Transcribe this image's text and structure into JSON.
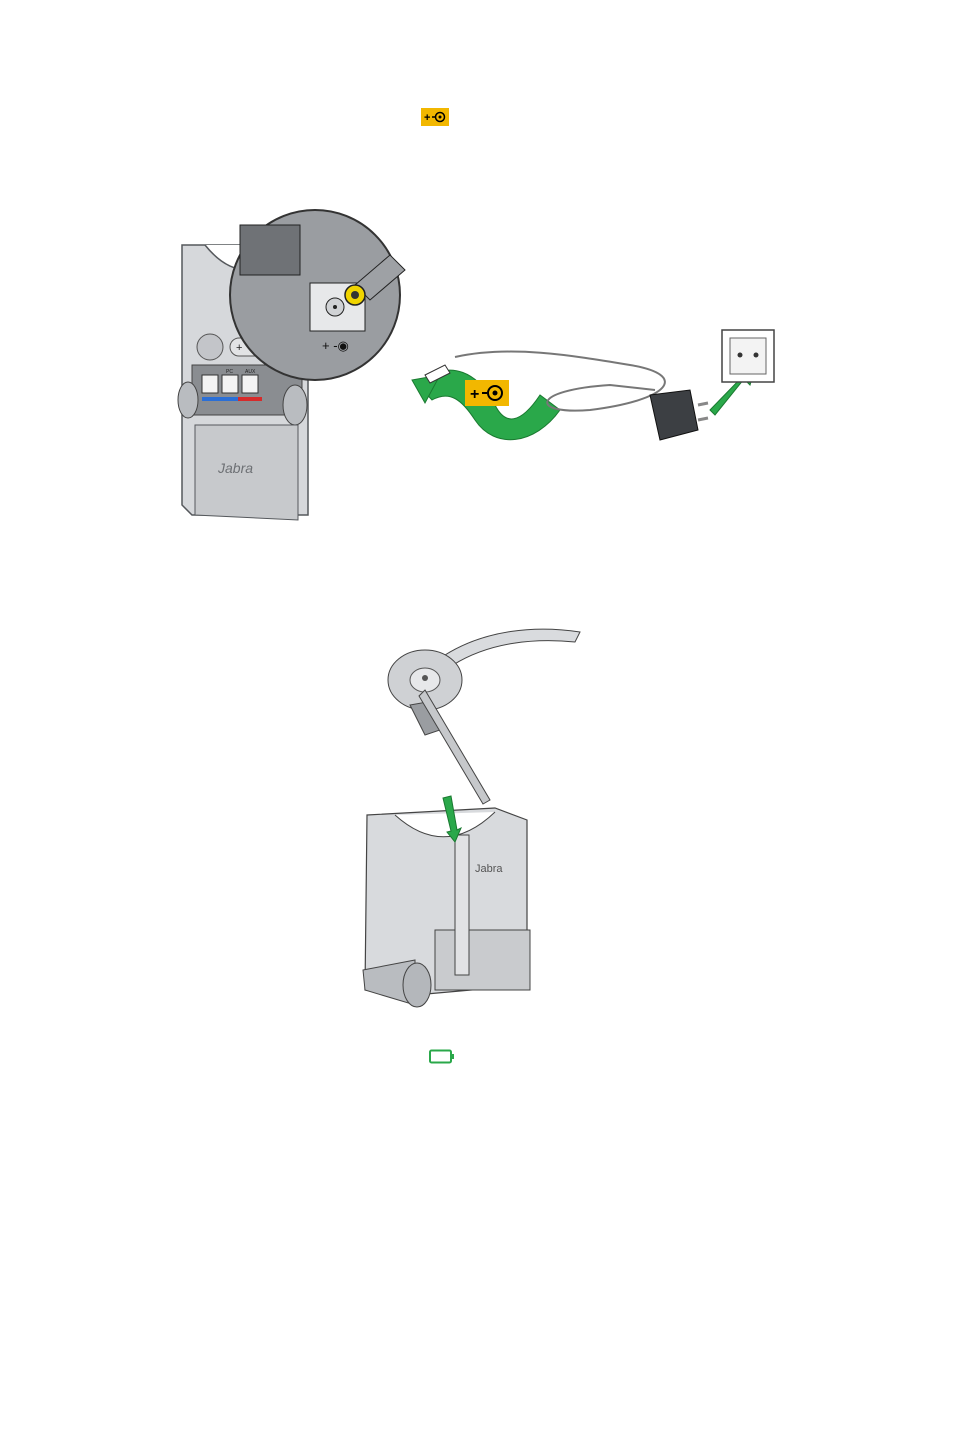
{
  "colors": {
    "power_badge": "#f2b700",
    "arrow_green": "#2aa84a",
    "plug_yellow": "#f0d400",
    "device_gray": "#c9ccd0",
    "device_dark": "#6e7277",
    "battery_green": "#2aa84a"
  },
  "figure_1": {
    "brand_label": "Jabra",
    "port_labels": {
      "phone": "",
      "pc": "PC",
      "aux": "AUX"
    },
    "power_symbol_caption": "+ -◉",
    "icons": [
      "power-connector-icon",
      "wall-socket-icon",
      "power-adapter-icon",
      "green-arrow-icon"
    ]
  },
  "figure_2": {
    "brand_label": "Jabra",
    "icons": [
      "headset-icon",
      "charging-base-icon",
      "green-arrow-icon"
    ]
  },
  "battery_icon": "battery-icon",
  "power_symbol_icon": "power-symbol-icon"
}
